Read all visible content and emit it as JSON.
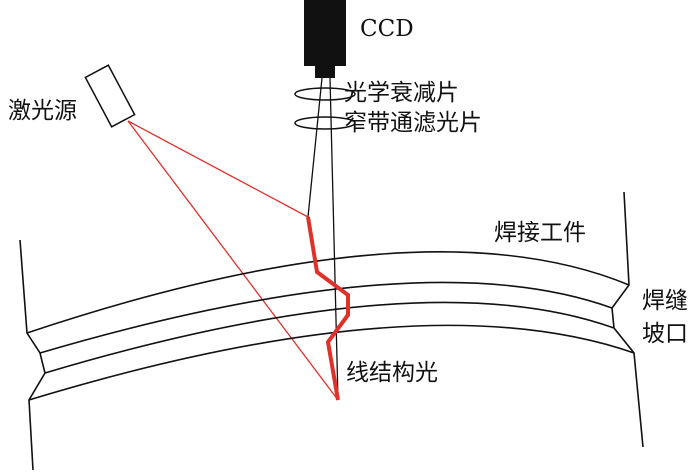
{
  "labels": {
    "ccd": "CCD",
    "attenuator": "光学衰减片",
    "bandpass_filter": "窄带通滤光片",
    "laser_source": "激光源",
    "workpiece": "焊接工件",
    "groove_line1": "焊缝",
    "groove_line2": "坡口",
    "structured_light": "线结构光"
  },
  "colors": {
    "laser": "#e0302a",
    "outline": "#111111"
  }
}
